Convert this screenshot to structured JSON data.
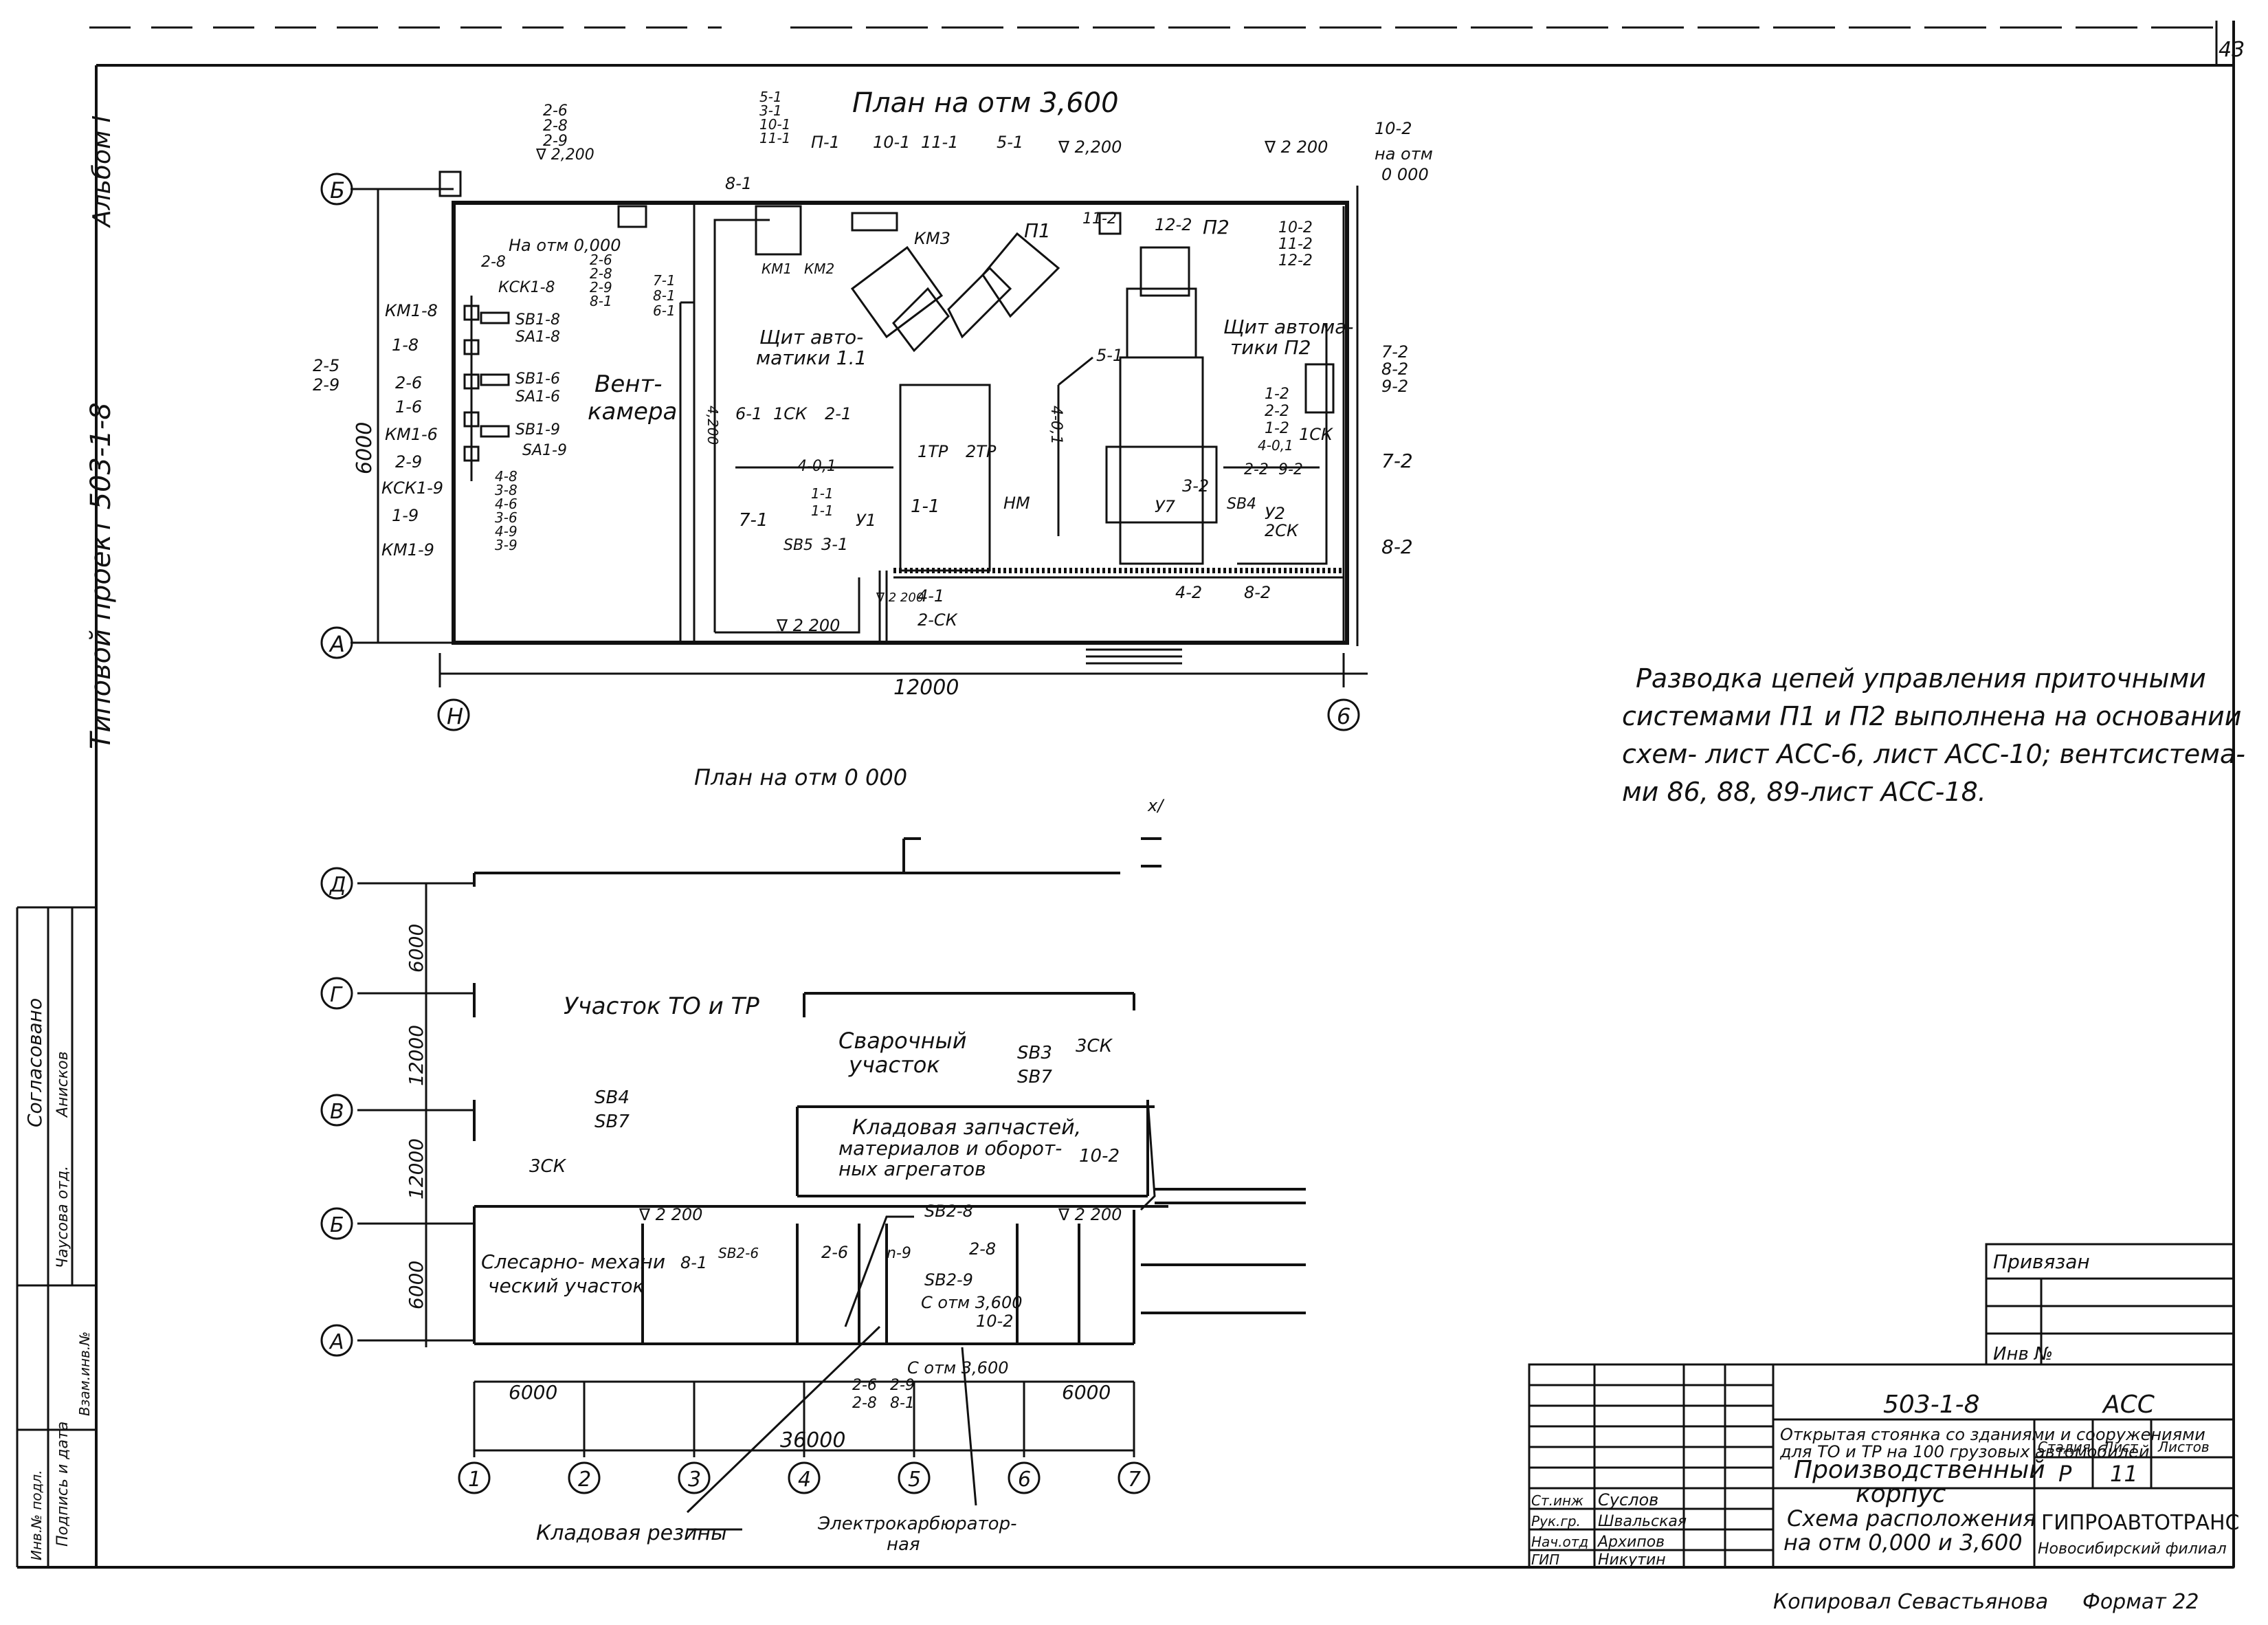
{
  "sheet_number": "43",
  "album": "Альбом I",
  "project": "Типовой проект 503-1-8",
  "upper_plan": {
    "title": "План на отм 3,600",
    "dimensions": {
      "width": "12000",
      "height": "6000"
    },
    "axes": {
      "left": "Н",
      "right": "6",
      "top": "Б",
      "bottom": "А"
    },
    "rooms": {
      "vent_chamber_1": "Вент-",
      "vent_chamber_2": "камера"
    },
    "panels": {
      "p1_1": "Щит авто-",
      "p1_2": "матики 1.1",
      "p2_1": "Щит автома-",
      "p2_2": "тики П2"
    },
    "equipment": {
      "p1": "П1",
      "p2": "П2",
      "km3": "КМ3",
      "km1": "КМ1",
      "km2": "КМ2",
      "hm": "НМ",
      "ty1": "1ТР",
      "ty2": "2ТР",
      "u1": "У1",
      "u2": "У2",
      "u7": "У7",
      "sb5": "SB5",
      "sb4": "SB4"
    },
    "level_tags": {
      "l1": "∇ 2,200",
      "l2": "∇ 2 200",
      "l3": "∇ 2 200",
      "l4": "∇ 2,200",
      "l5": "на отм",
      "l6": "0 000",
      "l7": "На отм 0,000",
      "l8": "∇ 2 200"
    },
    "wires_left": {
      "w26": [
        "2-6",
        "2-8",
        "2-9",
        "∇ 2,200"
      ],
      "wires_mid": [
        "2-6",
        "2-8",
        "2-9",
        "8-1"
      ],
      "w71": [
        "7-1",
        "8-1",
        "6-1"
      ],
      "w25": [
        "2-5",
        "2-9"
      ],
      "w_list": [
        "4-8",
        "3-8",
        "4-6",
        "3-6",
        "4-9",
        "3-9"
      ],
      "sw": [
        "КМ1-8",
        "КСК1-8",
        "SB1-8",
        "SA1-8",
        "1-8",
        "2-6",
        "SB1-6",
        "SA1-6",
        "1-6",
        "КМ1-6",
        "SB1-9",
        "2-9",
        "SA1-9",
        "КСК1-9",
        "1-9",
        "КМ1-9",
        "2-8"
      ]
    },
    "wires_top": {
      "t1": [
        "5-1",
        "3-1",
        "10-1",
        "11-1"
      ],
      "t2": "П-1",
      "t3": "10-1",
      "t4": "11-1",
      "t5": "5-1",
      "t6": "8-1",
      "t7": "10-2",
      "t8": "11-2",
      "t9": "12-2",
      "t10": [
        "10-2",
        "11-2",
        "12-2"
      ],
      "t11": [
        "7-2",
        "8-2",
        "9-2"
      ]
    },
    "wires_center": {
      "c1": "6-1",
      "c2": "1СК",
      "c3": "2-1",
      "c4": "4-0,1",
      "c5": "1-1",
      "c6": "1-1",
      "c7": "1-1",
      "c8": "7-1",
      "c9": "3-1",
      "c10": "4-1",
      "c11": "2-СК",
      "c12": "5-1",
      "c13": "4-0,1",
      "c14": "1-2",
      "c15": "2-2",
      "c16": "1-2",
      "c17": "4-0,1",
      "c18": "2-2",
      "c19": "9-2",
      "c20": "3-2",
      "c21": "2СК",
      "c22": "4-2",
      "c23": "8-2",
      "c24": "1СК",
      "c25": "7-2",
      "c26": "8-2",
      "c27": "∇ 2 200",
      "c28": "4,200"
    }
  },
  "note": [
    "Разводка цепей управления приточными",
    "системами П1 и П2 выполнена на основании",
    "схем- лист АСС-6, лист АСС-10; вентсистема-",
    "ми 86, 88, 89-лист АСС-18."
  ],
  "lower_plan": {
    "title": "План на отм 0 000",
    "axes_rows": [
      "Д",
      "Г",
      "В",
      "Б",
      "А"
    ],
    "axes_cols": [
      "1",
      "2",
      "3",
      "4",
      "5",
      "6",
      "7"
    ],
    "dims_rows": [
      "6000",
      "12000",
      "12000",
      "6000"
    ],
    "dims_cols": {
      "d1": "6000",
      "d2": "6000",
      "total": "36000"
    },
    "rooms": {
      "to_tr": "Участок ТО и ТР",
      "welding_1": "Сварочный",
      "welding_2": "участок",
      "storage_1": "Кладовая запчастей,",
      "storage_2": "материалов и оборот-",
      "storage_3": "ных агрегатов",
      "repair_1": "Слесарно- механи",
      "repair_2": "ческий участок",
      "rubber": "Кладовая резины",
      "elec_1": "Электрокарбюратор-",
      "elec_2": "ная"
    },
    "labels": {
      "sb3": "SB3",
      "sb7a": "SB7",
      "ck3a": "3СК",
      "sb4": "SB4",
      "sb7b": "SB7",
      "ck3b": "3СК",
      "w102a": "10-2",
      "lvl1": "∇ 2 200",
      "lvl2": "∇ 2 200",
      "sb28": "SB2-8",
      "w81": "8-1",
      "sb26": "SB2-6",
      "w26": "2-6",
      "n9": "n-9",
      "w28": "2-8",
      "sb29": "SB2-9",
      "cotm1": "С отм 3,600",
      "w102b": "10-2",
      "cotm2": "С отм 3,600",
      "wl1": [
        "2-6",
        "2-8"
      ],
      "wl2": [
        "2-9",
        "8-1"
      ],
      "x1": "x/"
    }
  },
  "title_block": {
    "privyazan": "Привязан",
    "inv": "Инв №",
    "code": "503-1-8",
    "mark": "АСС",
    "desc_1": "Открытая стоянка со зданиями и сооружениями",
    "desc_2": "для ТО и ТР на 100 грузовых автомобилей",
    "building_1": "Производственный",
    "building_2": "корпус",
    "stage_h": "Стадия",
    "sheet_h": "Лист",
    "sheets_h": "Листов",
    "stage": "Р",
    "sheet": "11",
    "drawing_1": "Схема расположения",
    "drawing_2": "на отм 0,000 и 3,600",
    "org_1": "ГИПРОАВТОТРАНС",
    "org_2": "Новосибирский филиал",
    "roles": [
      {
        "role": "Ст.инж",
        "name": "Суслов"
      },
      {
        "role": "Рук.гр.",
        "name": "Швальская"
      },
      {
        "role": "Нач.отд",
        "name": "Архипов"
      },
      {
        "role": "ГИП",
        "name": "Никутин"
      }
    ]
  },
  "side_stamp": {
    "s1": "Согласовано",
    "s2": "Чаусова отд.",
    "s3": "Анисков",
    "s4": "Инв.№ подл.",
    "s5": "Подпись и дата",
    "s6": "Взам.инв.№"
  },
  "footer": {
    "copied": "Копировал Севастьянова",
    "format": "Формат 22"
  }
}
